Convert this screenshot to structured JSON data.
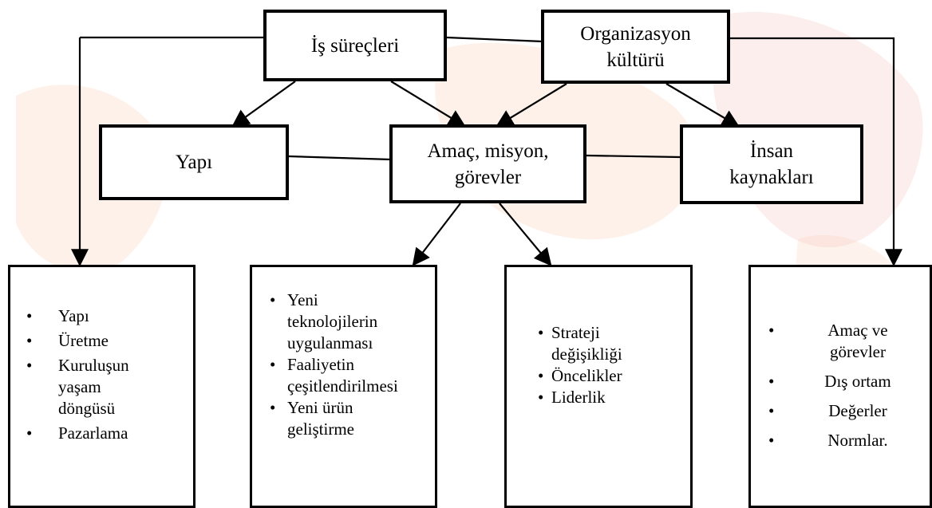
{
  "nodes": {
    "is_surecleri": "İş süreçleri",
    "organizasyon_kulturu": "Organizasyon\nkültürü",
    "yapi": "Yapı",
    "amac_misyon": "Amaç, misyon,\ngörevler",
    "insan_kaynaklari": "İnsan\nkaynakları"
  },
  "lists": {
    "box1": {
      "bullet": "•",
      "items": [
        "Yapı",
        "Üretme",
        "Kuruluşun\nyaşam\ndöngüsü",
        "Pazarlama"
      ]
    },
    "box2": {
      "bullet": "•",
      "items": [
        "Yeni\nteknolojilerin\nuygulanması",
        "Faaliyetin\nçeşitlendirilmesi",
        "Yeni ürün\ngeliştirme"
      ]
    },
    "box3": {
      "bullet": "•",
      "items": [
        "Strateji\ndeğişikliği",
        "Öncelikler",
        "Liderlik"
      ]
    },
    "box4": {
      "bullet": "•",
      "items": [
        "Amaç ve\ngörevler",
        "Dış ortam",
        "Değerler",
        "Normlar."
      ]
    }
  },
  "colors": {
    "line": "#000000",
    "watermark_fill": "#f6c7a8",
    "watermark_accent": "#f2a0a0"
  }
}
